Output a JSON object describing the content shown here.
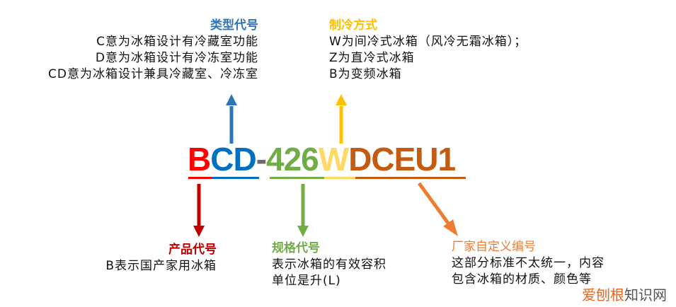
{
  "model_code": {
    "segments": [
      {
        "text": "B",
        "color": "#ff0000"
      },
      {
        "text": "CD",
        "color": "#0070c0"
      },
      {
        "text": "-",
        "color": "#6b6b6b"
      },
      {
        "text": "426",
        "color": "#70ad47"
      },
      {
        "text": "W",
        "color": "#ffd966"
      },
      {
        "text": "DCEU1",
        "color": "#c55a11"
      }
    ]
  },
  "annotations": {
    "type_code": {
      "title": "类型代号",
      "color": "#2e75b6",
      "lines": [
        "C意为冰箱设计有冷藏室功能",
        "D意为冰箱设计有冷冻室功能",
        "CD意为冰箱设计兼具冷藏室、冷冻室"
      ]
    },
    "cooling_method": {
      "title": "制冷方式",
      "color": "#ffc000",
      "lines": [
        "W为间冷式冰箱（风冷无霜冰箱）；",
        "Z为直冷式冰箱",
        "B为变频冰箱"
      ]
    },
    "product_code": {
      "title": "产品代号",
      "color": "#c00000",
      "lines": [
        "B表示国产家用冰箱"
      ]
    },
    "spec_code": {
      "title": "规格代号",
      "color": "#70ad47",
      "lines": [
        "表示冰箱的有效容积",
        "单位是升(L)"
      ]
    },
    "manufacturer_code": {
      "title": "厂家自定义编号",
      "color": "#ed7d31",
      "lines": [
        "这部分标准不太统一，内容",
        "包含冰箱的材质、颜色等"
      ]
    }
  },
  "watermark": {
    "part1": "爱刨根",
    "part2": "知识网",
    "color1": "#e8641e",
    "color2": "#555555"
  }
}
